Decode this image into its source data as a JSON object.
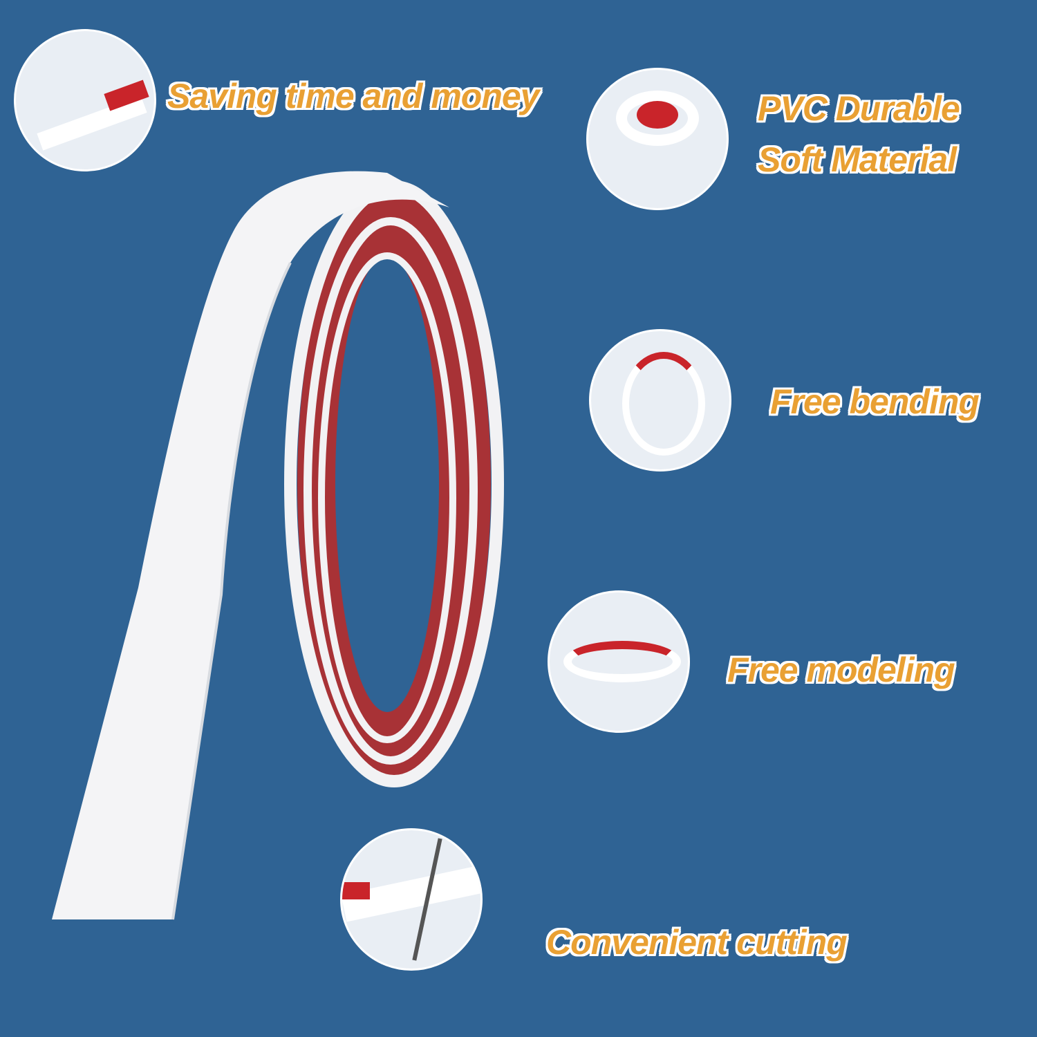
{
  "features": [
    {
      "label": "Saving time and money"
    },
    {
      "label_line1": "PVC Durable",
      "label_line2": "Soft Material"
    },
    {
      "label": "Free bending"
    },
    {
      "label": "Free modeling"
    },
    {
      "label": "Convenient cutting"
    }
  ],
  "colors": {
    "background": "#2f6394",
    "label": "#e9a033",
    "adhesive": "#a83236",
    "strip": "#ffffff"
  }
}
